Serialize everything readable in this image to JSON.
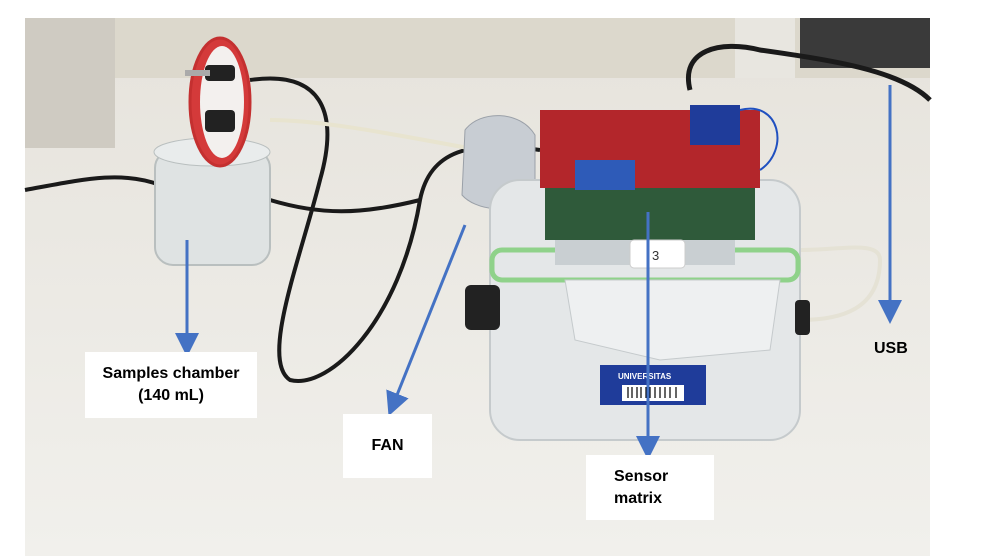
{
  "labels": {
    "samples_chamber_line1": "Samples chamber",
    "samples_chamber_line2": "(140 mL)",
    "fan": "FAN",
    "sensor_matrix_line1": "Sensor",
    "sensor_matrix_line2": "matrix",
    "usb": "USB"
  },
  "photo_text": {
    "sticker_number": "3",
    "university_label": "UNIVERSITAS"
  },
  "colors": {
    "arrow": "#4472C4",
    "pcb_red": "#b3262b",
    "pcb_green": "#2f5a3a",
    "lid_green": "#8fd28a"
  }
}
